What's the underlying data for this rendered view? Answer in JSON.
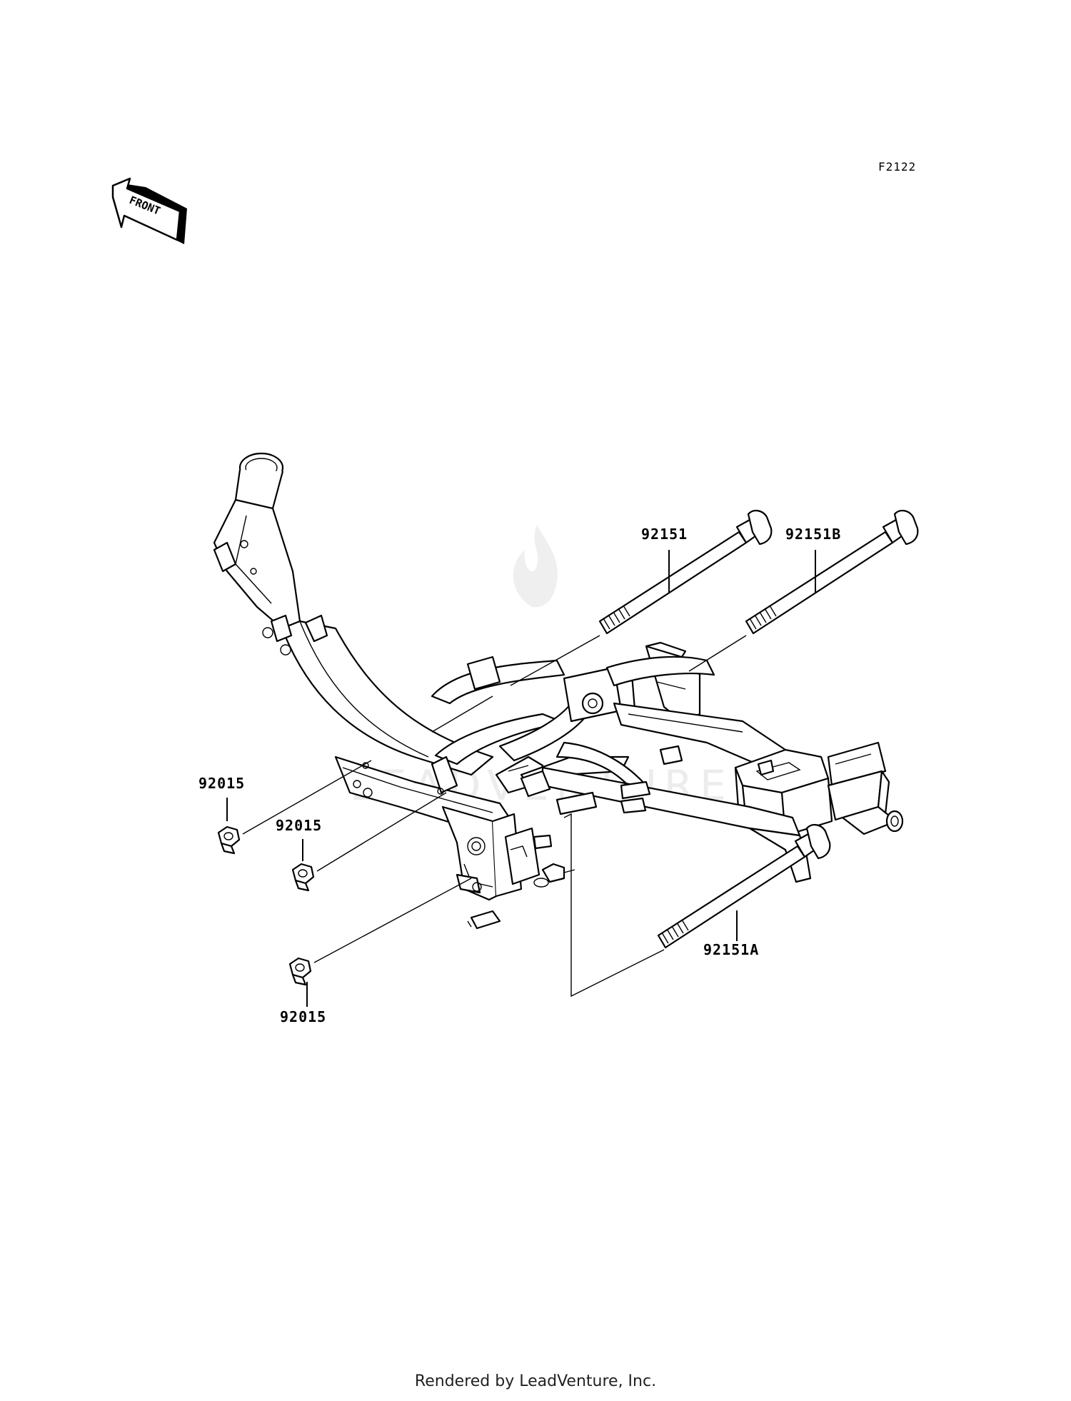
{
  "diagram_ref": "F2122",
  "front_label": "FRONT",
  "watermark": "LEADVENTURE",
  "parts": [
    {
      "number": "92151"
    },
    {
      "number": "92151B"
    },
    {
      "number": "92015"
    },
    {
      "number": "92015"
    },
    {
      "number": "92015"
    },
    {
      "number": "92151A"
    }
  ],
  "footer": "Rendered by LeadVenture, Inc."
}
